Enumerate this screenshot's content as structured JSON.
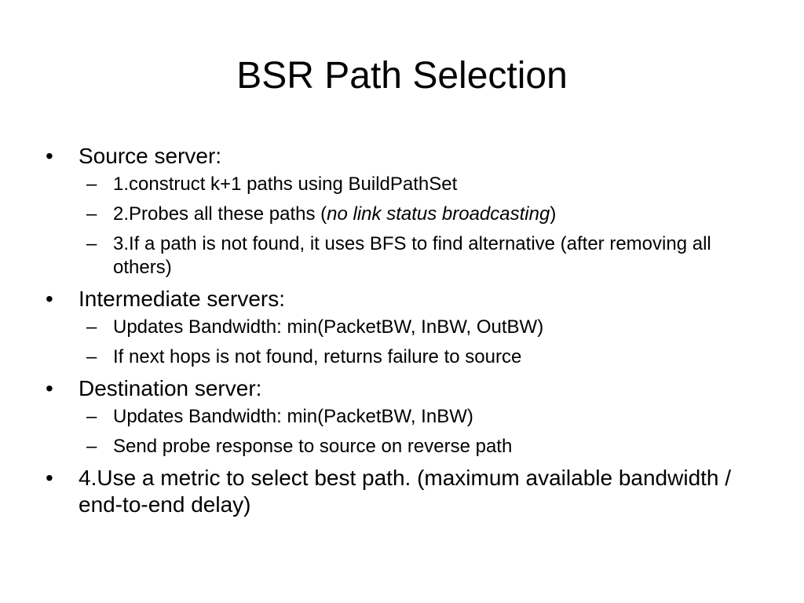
{
  "slide": {
    "title": "BSR Path Selection",
    "items": [
      {
        "text": "Source server:",
        "subitems": [
          {
            "text": "1.construct k+1 paths using BuildPathSet"
          },
          {
            "before": "2.Probes all these paths (",
            "emph": "no link status broadcasting",
            "after": ")"
          },
          {
            "text": "3.If a path is not found, it uses BFS to find alternative (after removing all others)"
          }
        ]
      },
      {
        "text": "Intermediate servers:",
        "subitems": [
          {
            "text": "Updates Bandwidth: min(PacketBW, InBW, OutBW)"
          },
          {
            "text": "If next hops is not found, returns failure to source"
          }
        ]
      },
      {
        "text": "Destination server:",
        "subitems": [
          {
            "text": "Updates Bandwidth: min(PacketBW, InBW)"
          },
          {
            "text": "Send probe response to source on reverse path"
          }
        ]
      },
      {
        "text": "4.Use a metric to select best path. (maximum available bandwidth / end-to-end delay)"
      }
    ],
    "bullet_glyph": "•",
    "dash_glyph": "–"
  }
}
